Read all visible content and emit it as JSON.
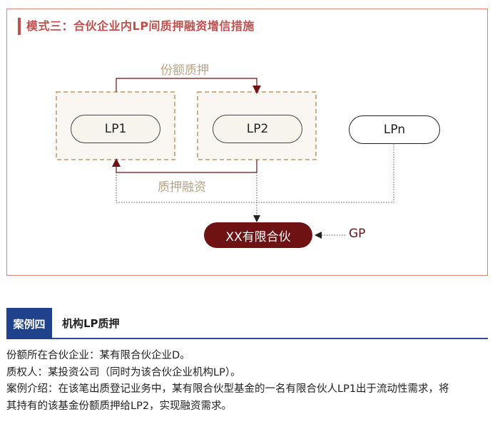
{
  "panel": {
    "title": "模式三：合伙企业内LP间质押融资增信措施"
  },
  "diagram": {
    "lp1": "LP1",
    "lp2": "LP2",
    "lpn": "LPn",
    "partnership": "XX有限合伙",
    "gp": "GP",
    "edge_pledge": "份额质押",
    "edge_financing": "质押融资"
  },
  "case": {
    "badge": "案例四",
    "title": "机构LP质押",
    "lines": [
      "份额所在合伙企业：某有限合伙企业D。",
      "质权人：某投资公司（同时为该合伙企业机构LP）。",
      "案例介绍：在该笔出质登记业务中，某有限合伙型基金的一名有限合伙人LP1出于流动性需求，将",
      "其持有的该基金份额质押给LP2，实现融资需求。"
    ]
  },
  "colors": {
    "accent_red": "#c0504d",
    "dark_red": "#6e1213",
    "navy": "#20428d",
    "tan_label": "#b9a484",
    "dashed_box": "#c09565"
  }
}
